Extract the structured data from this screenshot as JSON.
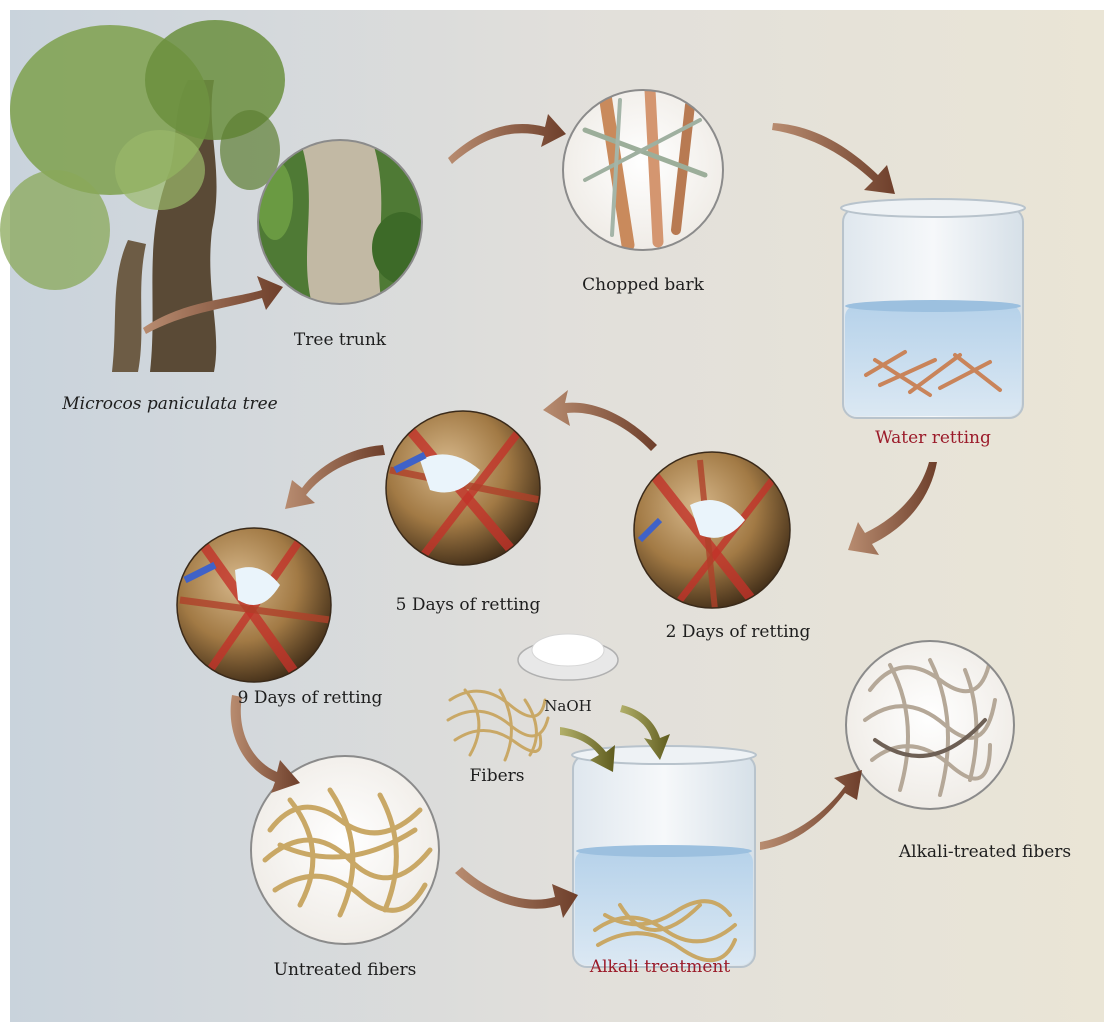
{
  "title": "",
  "steps": {
    "tree": "Microcos paniculata tree",
    "trunk": "Tree trunk",
    "chopped": "Chopped bark",
    "water": "Water retting",
    "day2": "2 Days of retting",
    "day5": "5 Days of retting",
    "day9": "9 Days of retting",
    "untreated": "Untreated fibers",
    "fibers": "Fibers",
    "naoh": "NaOH",
    "alkali": "Alkali treatment",
    "treated": "Alkali-treated fibers"
  },
  "colors": {
    "arrow": "#7a4a35",
    "reagent_arrow": "#6d6a2a",
    "highlight_text": "#9b1b2a",
    "water": "#bcd6ec",
    "fiber": "#c9a866"
  }
}
